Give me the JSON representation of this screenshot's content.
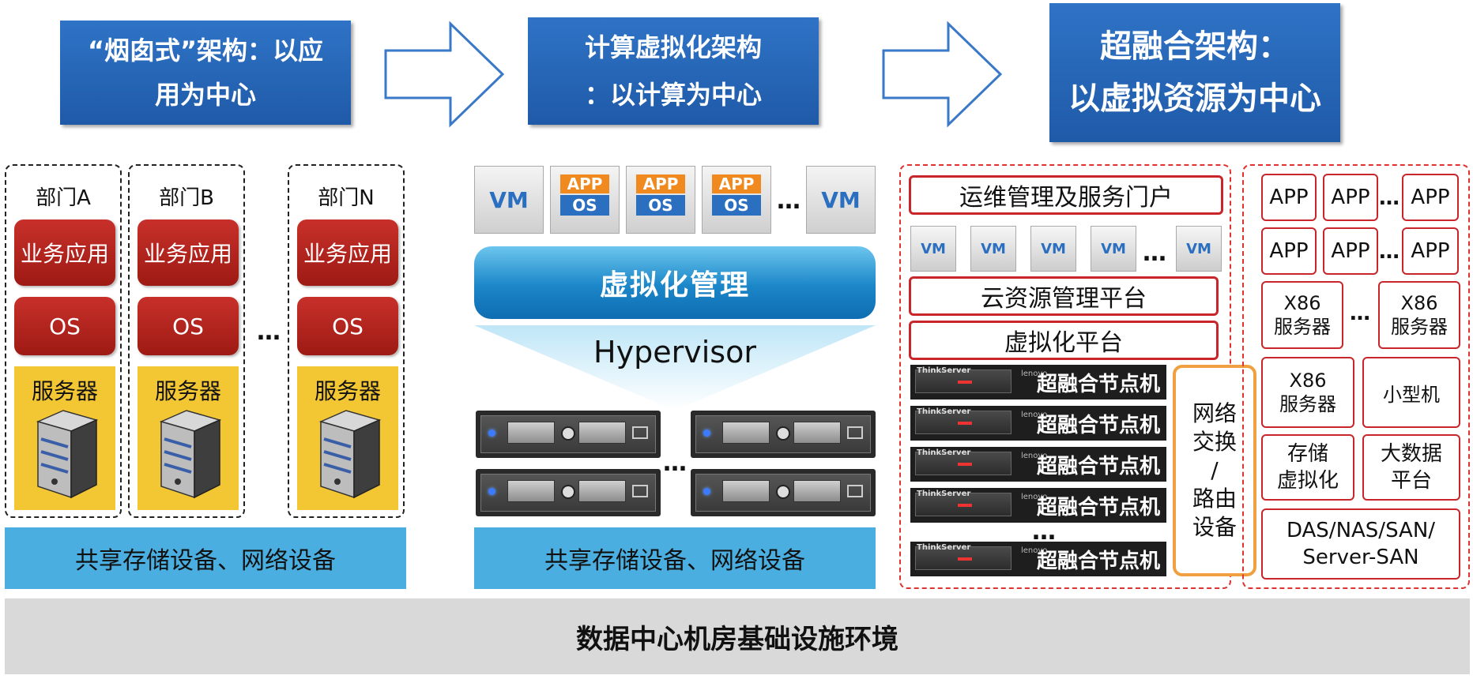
{
  "titles": {
    "t1": [
      "“烟囱式”架构：以应",
      "用为中心"
    ],
    "t2": [
      "计算虚拟化架构",
      "：以计算为中心"
    ],
    "t3": [
      "超融合架构：",
      "以虚拟资源为中心"
    ]
  },
  "left": {
    "departments": [
      {
        "name": "部门A",
        "app": "业务应用",
        "os": "OS",
        "server": "服务器"
      },
      {
        "name": "部门B",
        "app": "业务应用",
        "os": "OS",
        "server": "服务器"
      },
      {
        "name": "部门N",
        "app": "业务应用",
        "os": "OS",
        "server": "服务器"
      }
    ],
    "ellipsis": "…",
    "shared": "共享存储设备、网络设备"
  },
  "middle": {
    "vm": "VM",
    "app": "APP",
    "os": "OS",
    "ellipsis": "…",
    "mgmt": "虚拟化管理",
    "hypervisor": "Hypervisor",
    "server_ellipsis": "…",
    "shared": "共享存储设备、网络设备"
  },
  "hci": {
    "portal": "运维管理及服务门户",
    "vm": "VM",
    "vm_ellipsis": "…",
    "cloud": "云资源管理平台",
    "virt": "虚拟化平台",
    "node": "超融合节点机",
    "node_brand": "ThinkServer",
    "node_brand2": "lenovo",
    "node_ellipsis": "…",
    "network": [
      "网络",
      "交换",
      "/",
      "路由",
      "设备"
    ]
  },
  "right": {
    "app": "APP",
    "ellipsis": "…",
    "x86": [
      "X86",
      "服务器"
    ],
    "minicomputer": "小型机",
    "storage_virt": [
      "存储",
      "虚拟化"
    ],
    "bigdata": [
      "大数据",
      "平台"
    ],
    "storage": [
      "DAS/NAS/SAN/",
      "Server-SAN"
    ]
  },
  "footer": "数据中心机房基础设施环境",
  "colors": {
    "title_blue": "#2f73c6",
    "red": "#b0241e",
    "yellow": "#f3c634",
    "band_blue": "#4aaee0",
    "dash_red": "#e0322f",
    "orange": "#f0891e"
  }
}
